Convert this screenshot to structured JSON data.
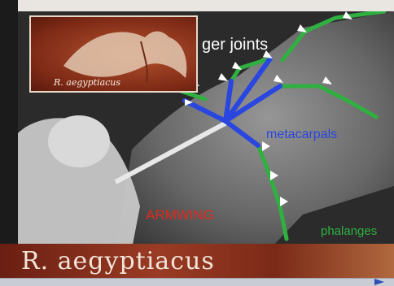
{
  "slide": {
    "inset_label": "R. aegyptiacus",
    "label_finger_joints": "ger joints",
    "label_metacarpals": "metacarpals",
    "label_armwing": "ARMWING",
    "label_phalanges": "phalanges"
  },
  "banner": {
    "caption": "R. aegyptiacus"
  },
  "colors": {
    "metacarpals": "#2a46e0",
    "phalanges": "#2fb040",
    "armwing": "#e02a1f",
    "joint_markers": "#ffffff",
    "banner_bg": "#8a3a22"
  },
  "icons": {
    "playback": "play-triangle-icon"
  }
}
